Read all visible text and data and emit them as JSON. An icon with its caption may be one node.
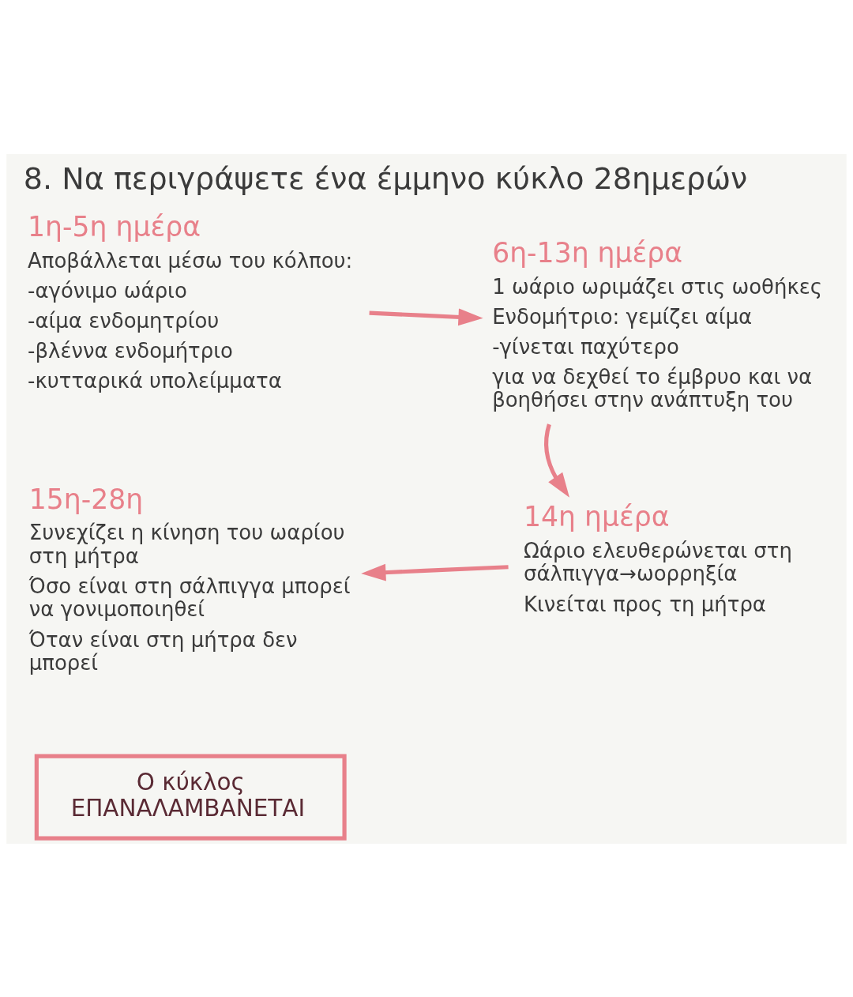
{
  "diagram": {
    "title": "8. Να περιγράψετε ένα έμμηνο κύκλο 28ημερών",
    "nodes": [
      {
        "text": [
          "1η-5η ημέρα",
          "Αποβάλλεται μέσω του κόλπου:",
          "-αγόνιμο ωάριο",
          "-αίμα ενδομητρίου",
          "-βλέννα ενδομήτριο",
          "-κυτταρικά υπολείμματα"
        ]
      },
      {
        "text": [
          "6η-13η ημέρα",
          "1 ωάριο ωριμάζει στις ωοθήκες",
          "Ενδομήτριο: γεμίζει αίμα",
          "-γίνεται παχύτερο",
          "για να δεχθεί το έμβρυο και να βοηθήσει στην ανάπτυξη του"
        ]
      },
      {
        "text": [
          "14η ημέρα",
          "Ωάριο ελευθερώνεται στη σάλπιγγα→ωορρηξία",
          "Κινείται προς τη μήτρα"
        ]
      },
      {
        "text": [
          "15η-28η",
          "Συνεχίζει η κίνηση του ωαρίου στη μήτρα",
          "Όσο είναι στη σάλπιγγα μπορεί να γονιμοποιηθεί",
          "Όταν είναι στη μήτρα δεν μπορεί"
        ]
      },
      {
        "text": [
          "Ο κύκλος ΕΠΑΝΑΛΑΜΒΑΝΕΤΑΙ"
        ]
      }
    ],
    "edges": [
      {
        "from": 0,
        "to": 1,
        "arrow": "to"
      },
      {
        "from": 1,
        "to": 2,
        "arrow": "to"
      },
      {
        "from": 2,
        "to": 3,
        "arrow": "to"
      }
    ]
  }
}
